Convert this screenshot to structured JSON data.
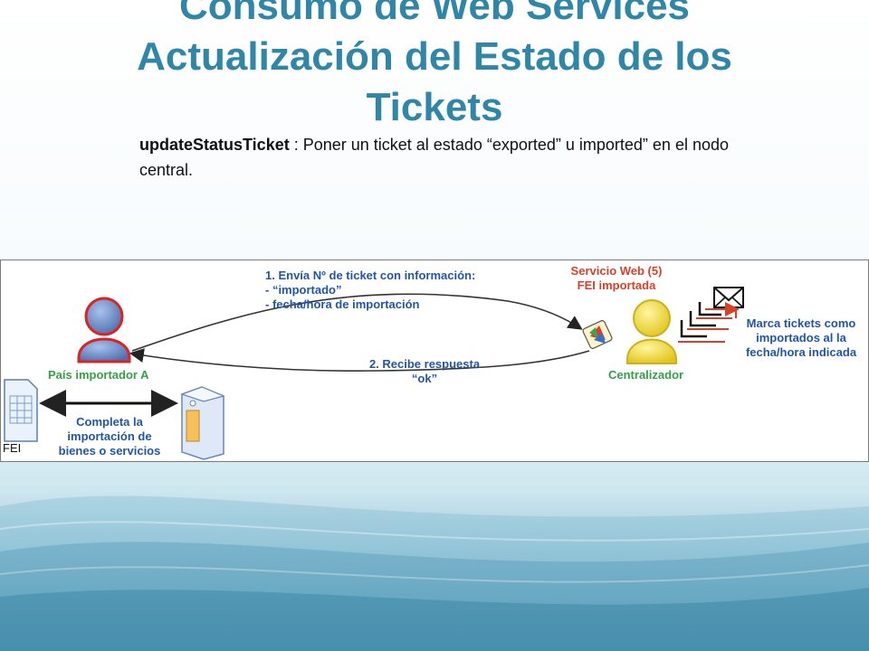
{
  "slide": {
    "title_line1": "Consumo de Web Services",
    "title_line2": "Actualización del Estado de los",
    "title_line3": "Tickets",
    "description_term": "updateStatusTicket",
    "description_text": " : Poner un ticket al estado “exported” u imported” en el nodo central."
  },
  "diagram": {
    "step1_line1": "1. Envía Nº de ticket con información:",
    "step1_line2": "- “importado”",
    "step1_line3": "- fecha/hora de importación",
    "step2_line1": "2. Recibe respuesta",
    "step2_line2": "“ok”",
    "service_line1": "Servicio Web (5)",
    "service_line2": "FEI importada",
    "importer_label": "País importador A",
    "central_label": "Centralizador",
    "mark_line1": "Marca tickets como",
    "mark_line2": "importados al la",
    "mark_line3": "fecha/hora indicada",
    "complete_line1": "Completa la",
    "complete_line2": "importación de",
    "complete_line3": "bienes o servicios",
    "doc_label": "FEI"
  },
  "colors": {
    "title": "#2f86a6",
    "blue_text": "#2255a8",
    "green_text": "#33a049",
    "red_text": "#d8402a",
    "importer_person": "#6f8fc8",
    "central_person": "#f4e23a"
  }
}
